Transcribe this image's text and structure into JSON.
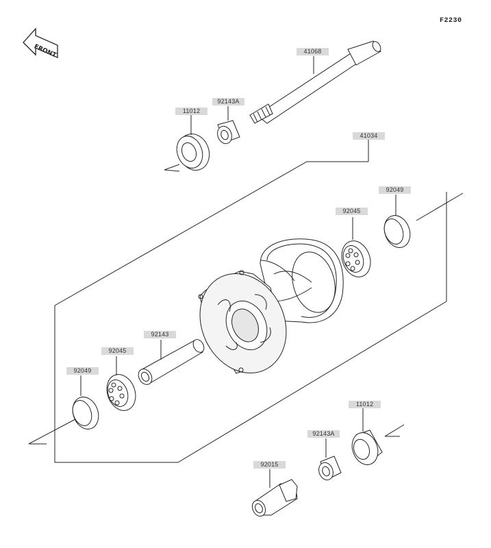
{
  "diagram_code": "F2230",
  "front_label": "FRONT",
  "parts": {
    "axle": "41068",
    "collar_top": "92143A",
    "seal_top": "11012",
    "hub": "41034",
    "bearing_right": "92045",
    "seal_right": "92049",
    "spacer": "92143",
    "bearing_left": "92045",
    "seal_left": "92049",
    "seal_bottom": "11012",
    "collar_bottom": "92143A",
    "nut": "92015"
  },
  "colors": {
    "line": "#222222",
    "label_bg": "#d9d9d9",
    "hub_shade": "#e6e6e6"
  }
}
